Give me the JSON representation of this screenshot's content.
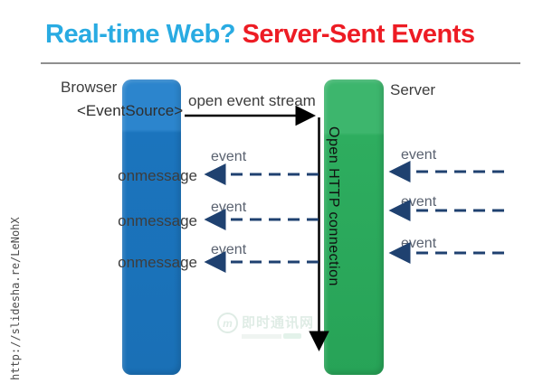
{
  "slide": {
    "title_highlight": "Real-time Web?",
    "title_main": "Server-Sent Events",
    "source_url": "http://slidesha.re/LeNohX",
    "watermark_logo": "m",
    "watermark_text": "即时通讯网"
  },
  "browser": {
    "label": "Browser",
    "api_label": "<EventSource>",
    "handlers": [
      "onmessage",
      "onmessage",
      "onmessage"
    ]
  },
  "server": {
    "label": "Server",
    "connection_label": "Open HTTP connection"
  },
  "flow": {
    "open_stream_label": "open event stream",
    "incoming_events_left": [
      "event",
      "event",
      "event"
    ],
    "incoming_events_right": [
      "event",
      "event",
      "event"
    ]
  },
  "colors": {
    "title_highlight": "#29abe2",
    "title_main": "#ed1c24",
    "browser_bar": "#1b74bd",
    "server_bar": "#2ead5f",
    "dashed_arrow": "#1f4170",
    "solid_arrow": "#000000",
    "divider": "#8f8f8f"
  }
}
